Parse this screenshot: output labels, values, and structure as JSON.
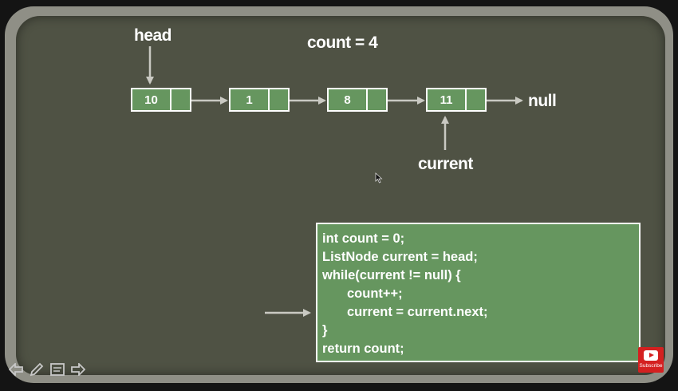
{
  "diagram": {
    "head_label": "head",
    "count_label": "count = 4",
    "current_label": "current",
    "null_label": "null",
    "nodes": [
      "10",
      "1",
      "8",
      "11"
    ]
  },
  "code": {
    "lines": [
      "int count = 0;",
      "ListNode current = head;",
      "while(current != null) {",
      "count++;",
      "current = current.next;",
      "}",
      "return count;"
    ]
  },
  "player": {
    "subscribe_label": "Subscribe",
    "tools": [
      "arrow-left-icon",
      "pen-icon",
      "notes-icon",
      "arrow-right-icon"
    ]
  }
}
